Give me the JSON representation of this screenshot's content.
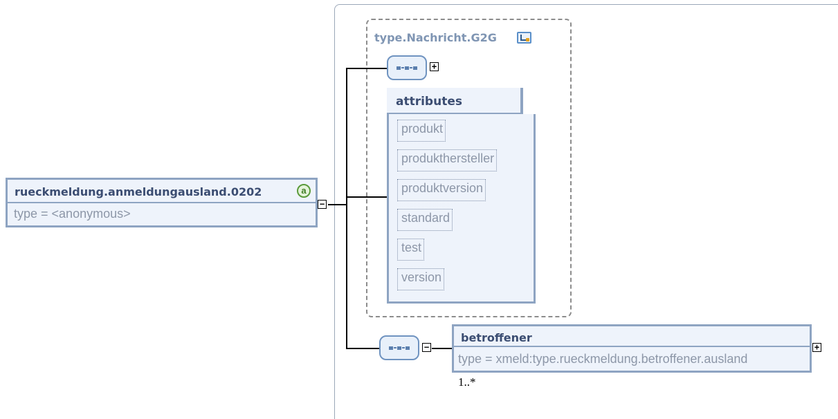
{
  "root_element": {
    "name": "rueckmeldung.anmeldungausland.0202",
    "type": "type = <anonymous>",
    "annotation_icon": "a"
  },
  "complex_type": {
    "name": "type.Nachricht.G2G",
    "icon": "complex-type-icon"
  },
  "attributes_group": {
    "title": "attributes",
    "items": [
      "produkt",
      "produkthersteller",
      "produktversion",
      "standard",
      "test",
      "version"
    ]
  },
  "child_element": {
    "name": "betroffener",
    "type": "type = xmeld:type.rueckmeldung.betroffener.ausland",
    "occurs": "1..*"
  },
  "toggles": {
    "collapse": "−",
    "expand": "+"
  },
  "colors": {
    "box_border": "#8ea4c2",
    "box_fill": "#eef3fb",
    "title_text": "#3b4d72",
    "type_text": "#8d97a8",
    "group_title": "#7f95b3"
  }
}
